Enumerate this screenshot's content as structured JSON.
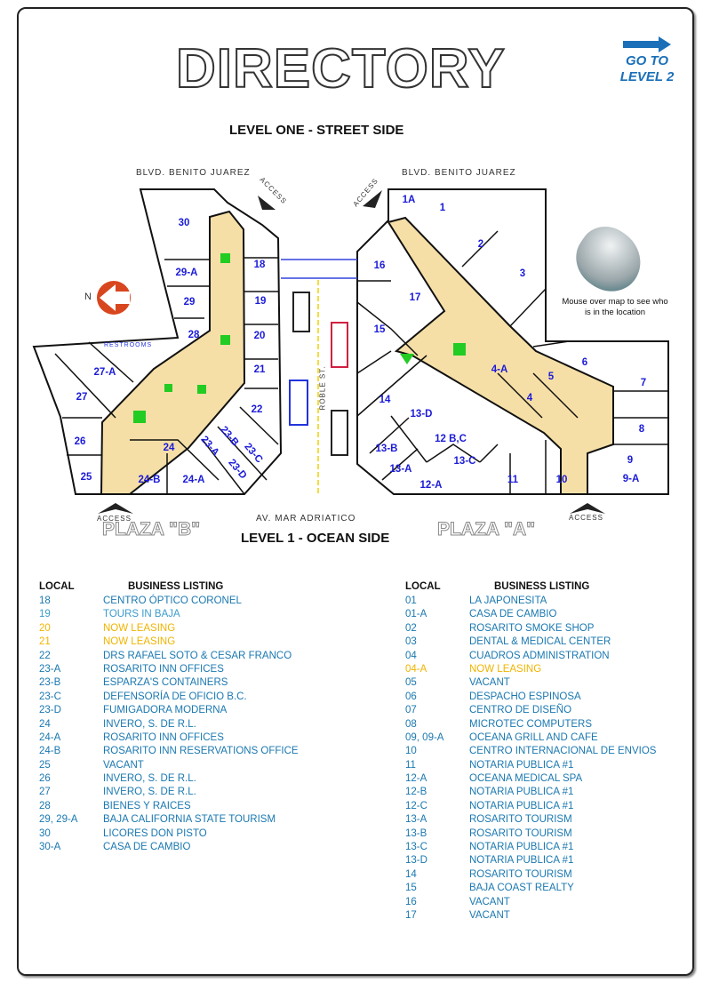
{
  "header": {
    "title": "DIRECTORY",
    "go_to_level": "GO TO LEVEL 2"
  },
  "map": {
    "level_street": "LEVEL ONE - STREET SIDE",
    "level_ocean": "LEVEL 1 - OCEAN SIDE",
    "street_top": "BLVD. BENITO JUAREZ",
    "street_bottom": "AV. MAR ADRIATICO",
    "street_middle": "ROBLE ST.",
    "access": "ACCESS",
    "restrooms": "RESTROOMS",
    "plaza_b": "PLAZA \"B\"",
    "plaza_a": "PLAZA \"A\"",
    "north": "N",
    "mouse_note": "Mouse over map to see who is in the location",
    "plaza_b_units": [
      "30",
      "29-A",
      "29",
      "28",
      "27-A",
      "27",
      "26",
      "25",
      "24",
      "24-B",
      "24-A",
      "23-B",
      "23-A",
      "23-C",
      "23-D",
      "22",
      "21",
      "20",
      "19",
      "18"
    ],
    "plaza_a_units": [
      "1A",
      "1",
      "2",
      "3",
      "16",
      "17",
      "15",
      "14",
      "13-D",
      "12 B,C",
      "13-B",
      "13-C",
      "13-A",
      "12-A",
      "11",
      "10",
      "9",
      "9-A",
      "8",
      "7",
      "6",
      "5",
      "4",
      "4-A"
    ]
  },
  "colors": {
    "listing_blue": "#1a78b0",
    "leasing_yellow": "#f0b400",
    "unit_blue": "#1b1bd8",
    "corridor": "#f6dfa6"
  },
  "left_listing": {
    "col_local": "LOCAL",
    "col_business": "BUSINESS LISTING",
    "rows": [
      {
        "local": "18",
        "name": "CENTRO ÓPTICO CORONEL",
        "status": "blue"
      },
      {
        "local": "19",
        "name": "TOURS IN BAJA",
        "status": "light"
      },
      {
        "local": "20",
        "name": "NOW LEASING",
        "status": "leasing"
      },
      {
        "local": "21",
        "name": "NOW LEASING",
        "status": "leasing"
      },
      {
        "local": "22",
        "name": "DRS RAFAEL SOTO & CESAR FRANCO",
        "status": "blue"
      },
      {
        "local": "23-A",
        "name": "ROSARITO INN OFFICES",
        "status": "blue"
      },
      {
        "local": "23-B",
        "name": "ESPARZA'S CONTAINERS",
        "status": "blue"
      },
      {
        "local": "23-C",
        "name": "DEFENSORÍA DE OFICIO B.C.",
        "status": "blue"
      },
      {
        "local": "23-D",
        "name": "FUMIGADORA MODERNA",
        "status": "blue"
      },
      {
        "local": "24",
        "name": "INVERO, S. DE R.L.",
        "status": "blue"
      },
      {
        "local": "24-A",
        "name": "ROSARITO INN OFFICES",
        "status": "blue"
      },
      {
        "local": "24-B",
        "name": "ROSARITO INN RESERVATIONS OFFICE",
        "status": "blue"
      },
      {
        "local": "25",
        "name": "VACANT",
        "status": "blue"
      },
      {
        "local": "26",
        "name": "INVERO, S. DE R.L.",
        "status": "blue"
      },
      {
        "local": "27",
        "name": "INVERO, S. DE R.L.",
        "status": "blue"
      },
      {
        "local": "28",
        "name": "BIENES Y RAICES",
        "status": "blue"
      },
      {
        "local": "29, 29-A",
        "name": "BAJA CALIFORNIA STATE TOURISM",
        "status": "blue"
      },
      {
        "local": "30",
        "name": "LICORES DON PISTO",
        "status": "blue"
      },
      {
        "local": "30-A",
        "name": "CASA DE CAMBIO",
        "status": "blue"
      }
    ]
  },
  "right_listing": {
    "col_local": "LOCAL",
    "col_business": "BUSINESS LISTING",
    "rows": [
      {
        "local": "01",
        "name": "LA JAPONESITA",
        "status": "blue"
      },
      {
        "local": "01-A",
        "name": "CASA DE CAMBIO",
        "status": "blue"
      },
      {
        "local": "02",
        "name": "ROSARITO SMOKE SHOP",
        "status": "blue"
      },
      {
        "local": "03",
        "name": "DENTAL & MEDICAL CENTER",
        "status": "blue"
      },
      {
        "local": "04",
        "name": "CUADROS ADMINISTRATION",
        "status": "blue"
      },
      {
        "local": "04-A",
        "name": "NOW LEASING",
        "status": "leasing"
      },
      {
        "local": "05",
        "name": "VACANT",
        "status": "blue"
      },
      {
        "local": "06",
        "name": "DESPACHO ESPINOSA",
        "status": "blue"
      },
      {
        "local": "07",
        "name": "CENTRO DE DISEÑO",
        "status": "blue"
      },
      {
        "local": "08",
        "name": "MICROTEC COMPUTERS",
        "status": "blue"
      },
      {
        "local": "09, 09-A",
        "name": "OCEANA GRILL AND CAFE",
        "status": "blue"
      },
      {
        "local": "10",
        "name": "CENTRO INTERNACIONAL DE ENVIOS",
        "status": "blue"
      },
      {
        "local": "11",
        "name": "NOTARIA PUBLICA #1",
        "status": "blue"
      },
      {
        "local": "12-A",
        "name": "OCEANA MEDICAL SPA",
        "status": "blue"
      },
      {
        "local": "12-B",
        "name": "NOTARIA PUBLICA #1",
        "status": "blue"
      },
      {
        "local": "12-C",
        "name": "NOTARIA PUBLICA #1",
        "status": "blue"
      },
      {
        "local": "13-A",
        "name": "ROSARITO TOURISM",
        "status": "blue"
      },
      {
        "local": "13-B",
        "name": "ROSARITO TOURISM",
        "status": "blue"
      },
      {
        "local": "13-C",
        "name": "NOTARIA PUBLICA #1",
        "status": "blue"
      },
      {
        "local": "13-D",
        "name": "NOTARIA PUBLICA #1",
        "status": "blue"
      },
      {
        "local": "14",
        "name": "ROSARITO TOURISM",
        "status": "blue"
      },
      {
        "local": "15",
        "name": "BAJA COAST REALTY",
        "status": "blue"
      },
      {
        "local": "16",
        "name": "VACANT",
        "status": "blue"
      },
      {
        "local": "17",
        "name": "VACANT",
        "status": "blue"
      }
    ]
  }
}
